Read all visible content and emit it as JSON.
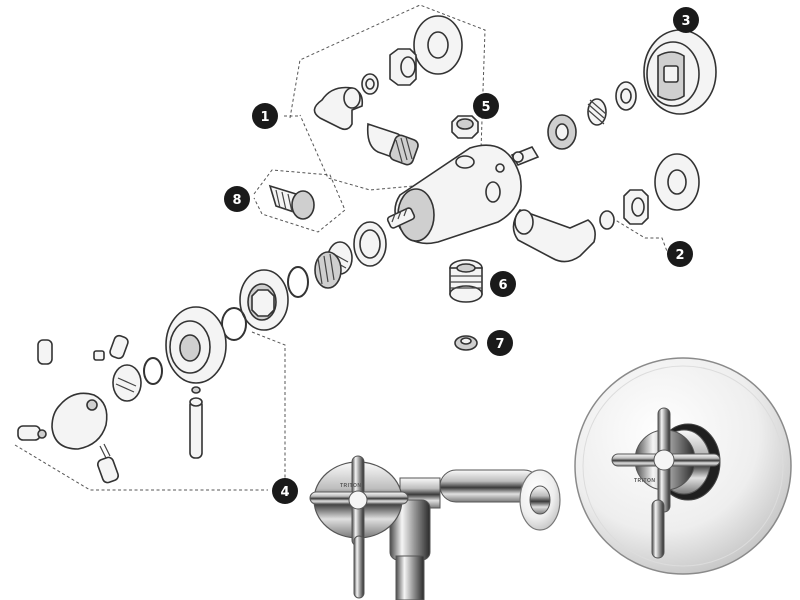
{
  "diagram": {
    "brand_label": "TRITON",
    "callouts": [
      {
        "id": "1",
        "label": "1"
      },
      {
        "id": "2",
        "label": "2"
      },
      {
        "id": "3",
        "label": "3"
      },
      {
        "id": "4",
        "label": "4"
      },
      {
        "id": "5",
        "label": "5"
      },
      {
        "id": "6",
        "label": "6"
      },
      {
        "id": "7",
        "label": "7"
      },
      {
        "id": "8",
        "label": "8"
      }
    ],
    "colors": {
      "callout_fill": "#1a1a1a",
      "outline": "#333333",
      "chrome_dark": "#1f1f1f",
      "chrome_light": "#f2f2f2"
    }
  }
}
